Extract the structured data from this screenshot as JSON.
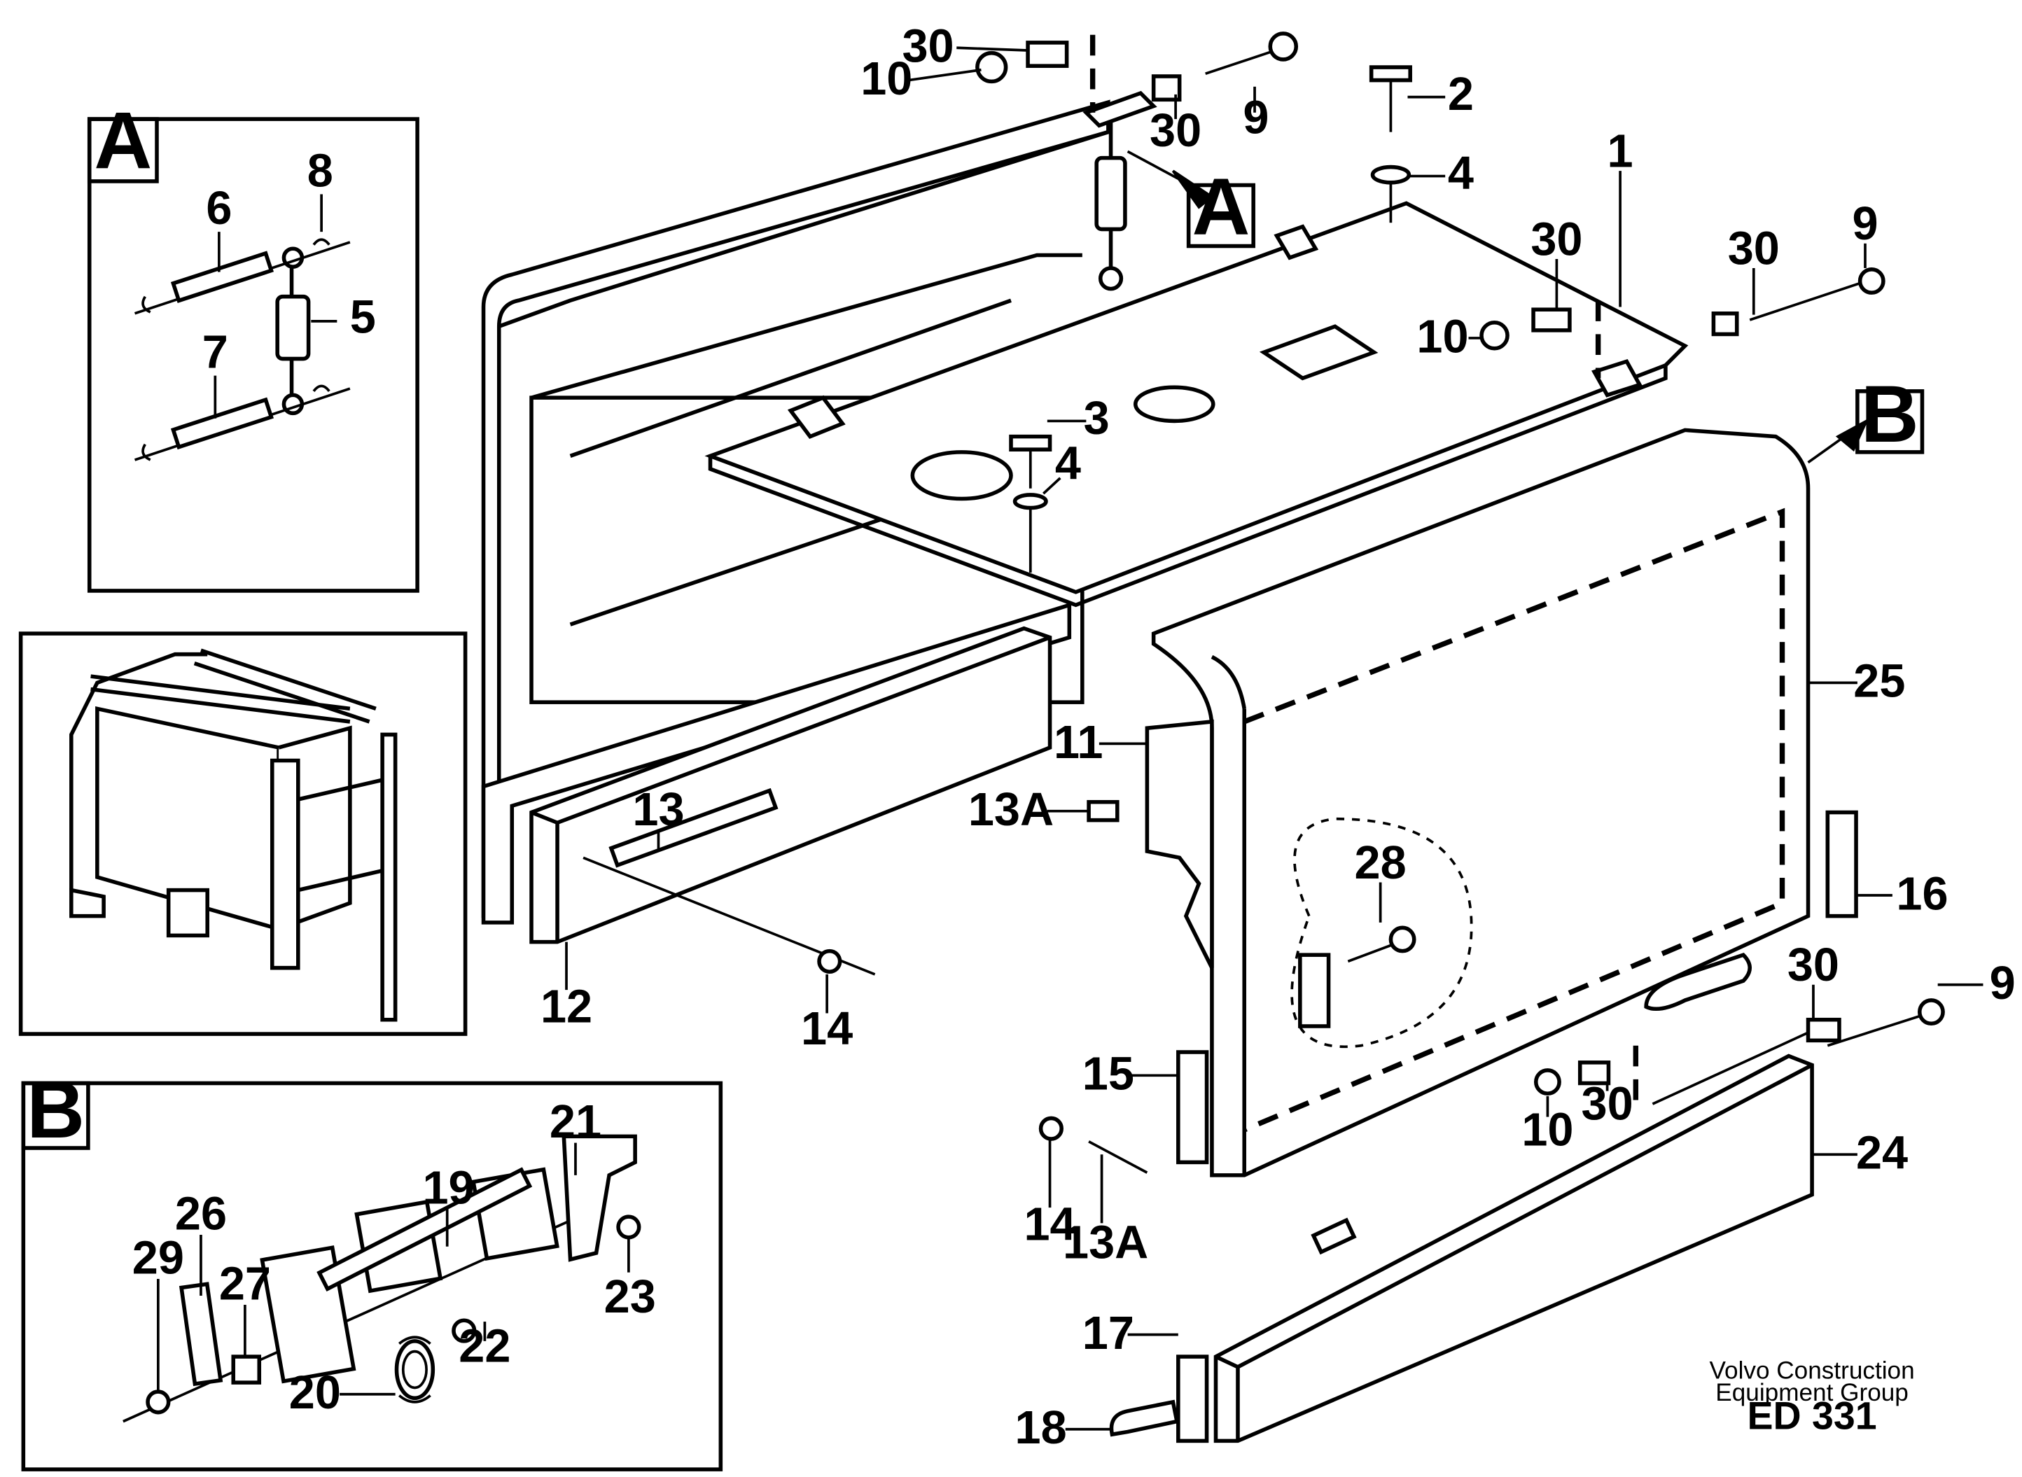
{
  "detail_a": {
    "letter": "A",
    "callouts": [
      "6",
      "8",
      "5",
      "7"
    ]
  },
  "detail_b": {
    "letter": "B",
    "callouts": [
      "26",
      "29",
      "27",
      "19",
      "21",
      "20",
      "22",
      "23"
    ]
  },
  "main": {
    "callouts": {
      "c30_top": "30",
      "c10_top": "10",
      "c30_b": "30",
      "c9_top": "9",
      "c2": "2",
      "c4_top": "4",
      "c1": "1",
      "c30_r": "30",
      "c9_r": "9",
      "c10_r": "10",
      "c3": "3",
      "c4_mid": "4",
      "c25": "25",
      "c11": "11",
      "c13A_l": "13A",
      "c13": "13",
      "c12": "12",
      "c14_l": "14",
      "c28": "28",
      "c16": "16",
      "c30_lr": "30",
      "c9_lr": "9",
      "c15": "15",
      "c10_lr": "10",
      "c30_lr2": "30",
      "c24": "24",
      "c14_b": "14",
      "c13A_b": "13A",
      "c17": "17",
      "c18": "18"
    },
    "ref_a": "A",
    "ref_b": "B"
  },
  "credit": {
    "line1": "Volvo Construction",
    "line2": "Equipment Group",
    "code": "ED 331"
  }
}
